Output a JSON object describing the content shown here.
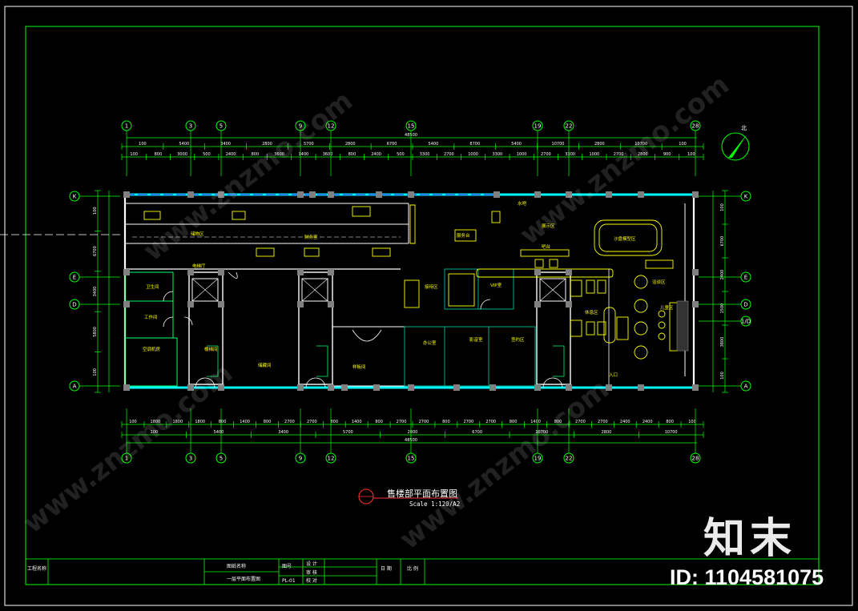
{
  "drawing": {
    "title": "售楼部平面布置图",
    "scale": "Scale 1:120/A2",
    "north_label": "北",
    "total_dim": "48500",
    "dim_top_row1": [
      "100",
      "5400",
      "3400",
      "2800",
      "5700",
      "2800",
      "6700",
      "5400",
      "8700",
      "5400",
      "10700",
      "2800",
      "10700",
      "100"
    ],
    "dim_top_row2": [
      "100",
      "800",
      "3000",
      "500",
      "2400",
      "800",
      "3600",
      "1400",
      "3600",
      "800",
      "2400",
      "500",
      "3300",
      "2700",
      "1000",
      "3300",
      "1000",
      "2700",
      "3300",
      "1000",
      "2700",
      "2800",
      "900",
      "100"
    ],
    "dim_bottom_row1": [
      "100",
      "1800",
      "1800",
      "1800",
      "800",
      "1400",
      "800",
      "2700",
      "2700",
      "800",
      "1400",
      "800",
      "2700",
      "2700",
      "800",
      "2700",
      "2700",
      "800",
      "1400",
      "800",
      "2700",
      "2700",
      "2400",
      "2400",
      "800",
      "100"
    ],
    "dim_bottom_row2": [
      "100",
      "5400",
      "3400",
      "5700",
      "2800",
      "6700",
      "10700",
      "2800",
      "10700"
    ],
    "dim_left": [
      "100",
      "6700",
      "3400",
      "5800",
      "100"
    ],
    "dim_right": [
      "100",
      "6700",
      "2400",
      "1500",
      "3800",
      "100"
    ],
    "axes_x": [
      "1",
      "3",
      "5",
      "9",
      "12",
      "15",
      "19",
      "22",
      "28"
    ],
    "axes_y_left": [
      "K",
      "E",
      "D",
      "A"
    ],
    "axes_y_right": [
      "K",
      "E",
      "D",
      "1/D",
      "A"
    ],
    "rooms": [
      "卫生间",
      "工作间",
      "空调机房",
      "储藏间",
      "储物区",
      "财务室",
      "办公室",
      "电梯厅",
      "楼梯间",
      "入口",
      "接待区",
      "洽谈区",
      "吧台",
      "休息区",
      "沙盘模型区",
      "展示区",
      "VIP室",
      "儿童区",
      "水吧",
      "影音室",
      "签约区",
      "样板间",
      "服务台"
    ],
    "title_block": {
      "project_label": "工程名称",
      "drawing_name_label": "图纸名称",
      "drawing_name": "一层平面布置图",
      "number_label": "图号",
      "number": "PL-01",
      "design": "设 计",
      "check": "审 核",
      "proof": "校 对",
      "date": "日 期",
      "ratio": "比 例"
    }
  },
  "watermark": {
    "logo": "知末",
    "id": "ID: 1104581075",
    "site": "www.znzmo.com"
  },
  "colors": {
    "background": "#000000",
    "frame": "#00ff00",
    "wall": "#ffffff",
    "wall_green": "#00ff66",
    "glass": "#00ffff",
    "furniture": "#ffff00",
    "column": "#808080",
    "accent": "#ff3333",
    "glazing_blue": "#3a3aff"
  }
}
